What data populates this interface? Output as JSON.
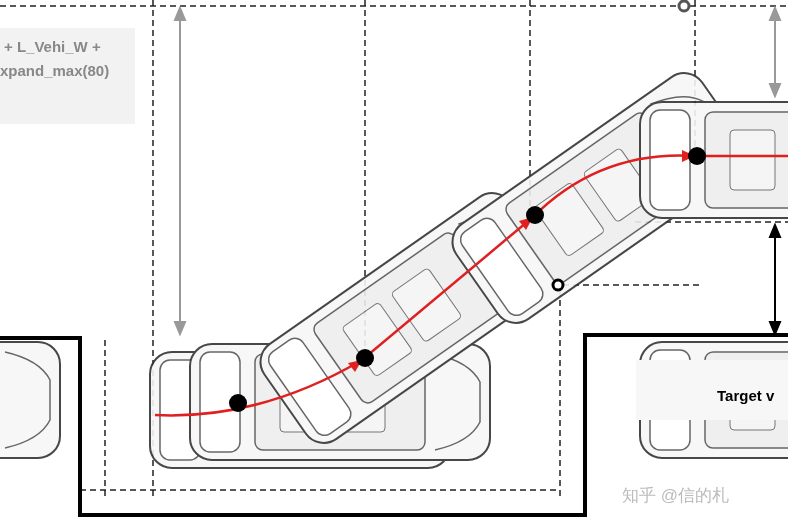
{
  "diagram": {
    "labels": [
      "+ L_Vehi_W +",
      "xpand_max(80)",
      "Target v",
      "知乎 @信的札"
    ]
  }
}
